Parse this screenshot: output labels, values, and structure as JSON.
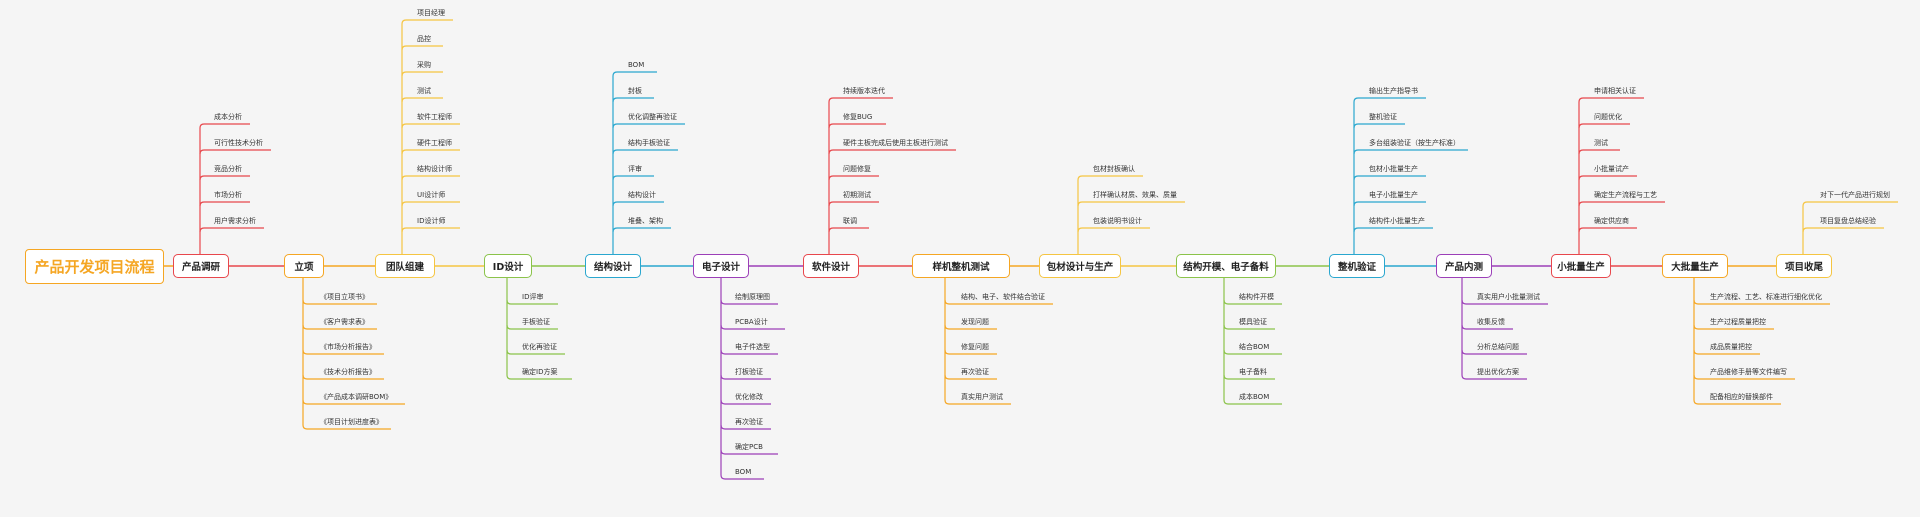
{
  "root": {
    "label": "产品开发项目流程",
    "color": "#f5a623"
  },
  "stages": [
    {
      "label": "产品调研",
      "color": "#e8474c",
      "top": [
        "用户需求分析",
        "市场分析",
        "竞品分析",
        "可行性技术分析",
        "成本分析"
      ],
      "bottom": []
    },
    {
      "label": "立项",
      "color": "#f5a623",
      "top": [],
      "bottom": [
        "《项目立项书》",
        "《客户需求表》",
        "《市场分析报告》",
        "《技术分析报告》",
        "《产品成本调研BOM》",
        "《项目计划进度表》"
      ]
    },
    {
      "label": "团队组建",
      "color": "#f5c542",
      "top": [
        "ID设计师",
        "UI设计师",
        "结构设计师",
        "硬件工程师",
        "软件工程师",
        "测试",
        "采购",
        "品控",
        "项目经理"
      ],
      "bottom": []
    },
    {
      "label": "ID设计",
      "color": "#8bc34a",
      "top": [],
      "bottom": [
        "ID评审",
        "手板验证",
        "优化再验证",
        "确定ID方案"
      ]
    },
    {
      "label": "结构设计",
      "color": "#2aa7cf",
      "top": [
        "堆叠、架构",
        "结构设计",
        "评审",
        "结构手板验证",
        "优化调整再验证",
        "封板",
        "BOM"
      ],
      "bottom": []
    },
    {
      "label": "电子设计",
      "color": "#9c3fb8",
      "top": [],
      "bottom": [
        "绘制原理图",
        "PCBA设计",
        "电子件选型",
        "打板验证",
        "优化修改",
        "再次验证",
        "确定PCB",
        "BOM"
      ]
    },
    {
      "label": "软件设计",
      "color": "#e8474c",
      "top": [
        "联调",
        "初期测试",
        "问题修复",
        "硬件主板完成后使用主板进行测试",
        "修复BUG",
        "持续版本迭代"
      ],
      "bottom": []
    },
    {
      "label": "样机整机测试",
      "color": "#f5a623",
      "top": [],
      "bottom": [
        "结构、电子、软件结合验证",
        "发现问题",
        "修复问题",
        "再次验证",
        "真实用户测试"
      ]
    },
    {
      "label": "包材设计与生产",
      "color": "#f5c542",
      "top": [
        "包装说明书设计",
        "打样确认材质、效果、质量",
        "包材封板确认"
      ],
      "bottom": []
    },
    {
      "label": "结构开模、电子备料",
      "color": "#8bc34a",
      "top": [],
      "bottom": [
        "结构件开模",
        "模具验证",
        "结合BOM",
        "电子备料",
        "成本BOM"
      ]
    },
    {
      "label": "整机验证",
      "color": "#2aa7cf",
      "top": [
        "结构件小批量生产",
        "电子小批量生产",
        "包材小批量生产",
        "多台组装验证（按生产标准）",
        "整机验证",
        "输出生产指导书"
      ],
      "bottom": []
    },
    {
      "label": "产品内测",
      "color": "#9c3fb8",
      "top": [],
      "bottom": [
        "真实用户小批量测试",
        "收集反馈",
        "分析总结问题",
        "提出优化方案"
      ]
    },
    {
      "label": "小批量生产",
      "color": "#e8474c",
      "top": [
        "确定供应商",
        "确定生产流程与工艺",
        "小批量试产",
        "测试",
        "问题优化",
        "申请相关认证"
      ],
      "bottom": []
    },
    {
      "label": "大批量生产",
      "color": "#f5a623",
      "top": [],
      "bottom": [
        "生产流程、工艺、标准进行细化优化",
        "生产过程质量把控",
        "成品质量把控",
        "产品维修手册等文件编写",
        "配备相应的替换部件"
      ]
    },
    {
      "label": "项目收尾",
      "color": "#f5c542",
      "top": [
        "项目复盘总结经验",
        "对下一代产品进行规划"
      ],
      "bottom": []
    }
  ]
}
